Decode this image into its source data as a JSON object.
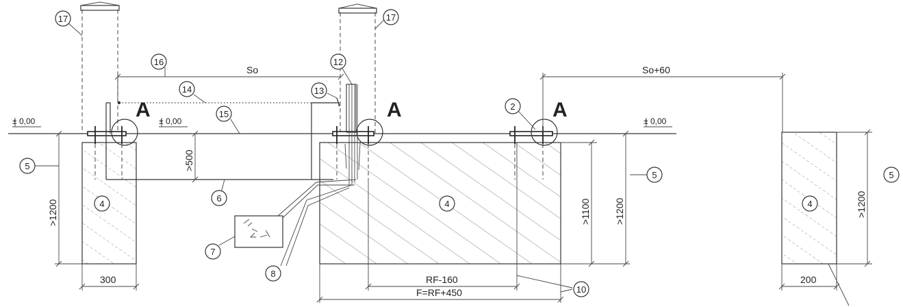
{
  "dimensions": {
    "so": "So",
    "so_plus_60": "So+60",
    "gt_500": ">500",
    "gt_1200": ">1200",
    "gt_1100": ">1100",
    "w_300": "300",
    "w_200": "200",
    "rf_minus_160": "RF-160",
    "f_formula": "F=RF+450"
  },
  "levels": {
    "zero": "0,00",
    "plus_minus_sign": "±"
  },
  "sections": {
    "a": "A"
  },
  "callouts": {
    "c2": "2",
    "c4": "4",
    "c5": "5",
    "c6": "6",
    "c7": "7",
    "c8": "8",
    "c10": "10",
    "c12": "12",
    "c13": "13",
    "c14": "14",
    "c15": "15",
    "c16": "16",
    "c17": "17"
  }
}
